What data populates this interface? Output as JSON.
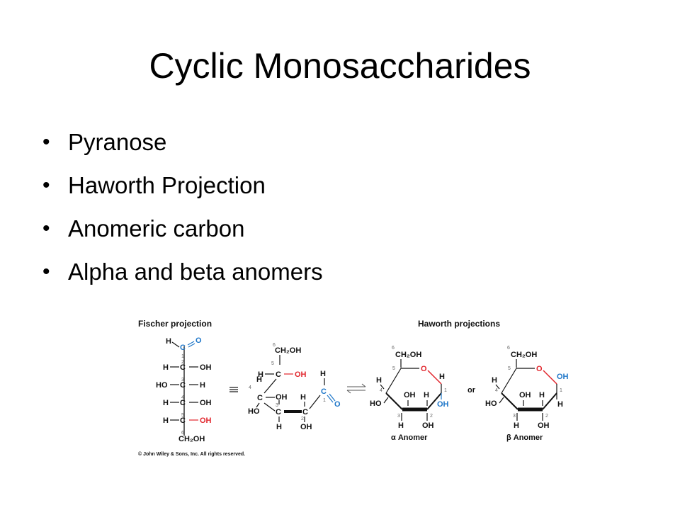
{
  "slide": {
    "title": "Cyclic Monosaccharides",
    "bullets": [
      "Pyranose",
      "Haworth Projection",
      "Anomeric carbon",
      "Alpha and beta anomers"
    ]
  },
  "figure": {
    "fischer_header": "Fischer projection",
    "haworth_header": "Haworth projections",
    "or_label": "or",
    "alpha_caption": "α Anomer",
    "beta_caption": "β Anomer",
    "copyright": "© John Wiley & Sons, Inc. All rights reserved.",
    "colors": {
      "oxygen": "#e1252c",
      "anomeric": "#1f77c9"
    }
  }
}
